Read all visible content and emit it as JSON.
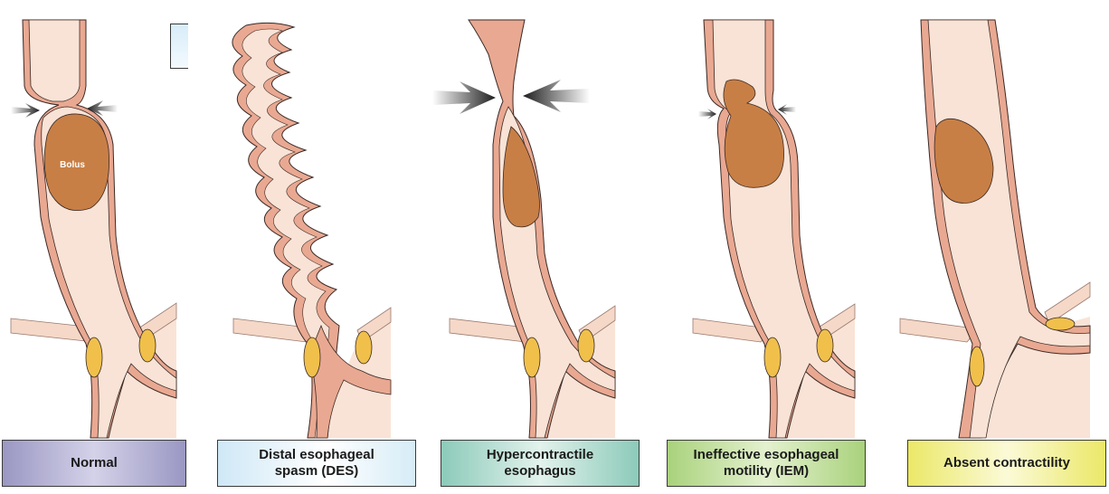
{
  "panels": [
    {
      "id": "normal",
      "label": "Normal",
      "bolus_label": "Bolus"
    },
    {
      "id": "des",
      "label": "Distal esophageal\nspasm (DES)"
    },
    {
      "id": "hypercontractile",
      "label": "Hypercontractile\nesophagus"
    },
    {
      "id": "iem",
      "label": "Ineffective esophageal\nmotility (IEM)"
    },
    {
      "id": "absent",
      "label": "Absent contractility"
    }
  ],
  "colors": {
    "lumen": "#f9e3d6",
    "wall": "#e9a891",
    "outline": "#3a2a26",
    "bolus": "#c87f45",
    "sphincter": "#f0c04b",
    "muscle": "#f0a78b",
    "arrow": "#1e1e1e"
  }
}
